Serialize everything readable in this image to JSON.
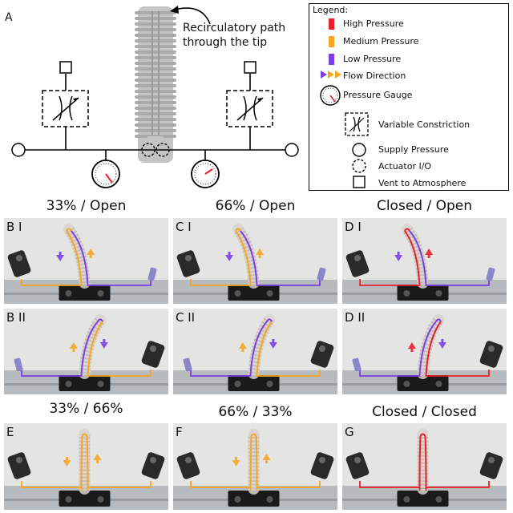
{
  "diagram": {
    "panel_letter": "A",
    "tip_note_line1": "Recirculatory path",
    "tip_note_line2": "through the tip"
  },
  "legend": {
    "title": "Legend:",
    "items": [
      {
        "label": "High Pressure",
        "symbol": "red-bar",
        "color": "#e8202a"
      },
      {
        "label": "Medium Pressure",
        "symbol": "orange-bar",
        "color": "#f5a623"
      },
      {
        "label": "Low Pressure",
        "symbol": "purple-bar",
        "color": "#7b3fe4"
      },
      {
        "label": "Flow Direction",
        "symbol": "flow-arrows"
      },
      {
        "label": "Pressure Gauge",
        "symbol": "gauge"
      },
      {
        "label": "Variable Constriction",
        "symbol": "constriction"
      },
      {
        "label": "Supply Pressure",
        "symbol": "circle"
      },
      {
        "label": "Actuator I/O",
        "symbol": "dashed-circle"
      },
      {
        "label": "Vent to Atmosphere",
        "symbol": "square"
      }
    ]
  },
  "columns": {
    "c1": "33% / Open",
    "c2": "66% / Open",
    "c3": "Closed / Open",
    "c4": "33% / 66%",
    "c5": "66% / 33%",
    "c6": "Closed / Closed"
  },
  "panels": {
    "BI": "B I",
    "BII": "B II",
    "CI": "C I",
    "CII": "C II",
    "DI": "D I",
    "DII": "D II",
    "E": "E",
    "F": "F",
    "G": "G"
  }
}
